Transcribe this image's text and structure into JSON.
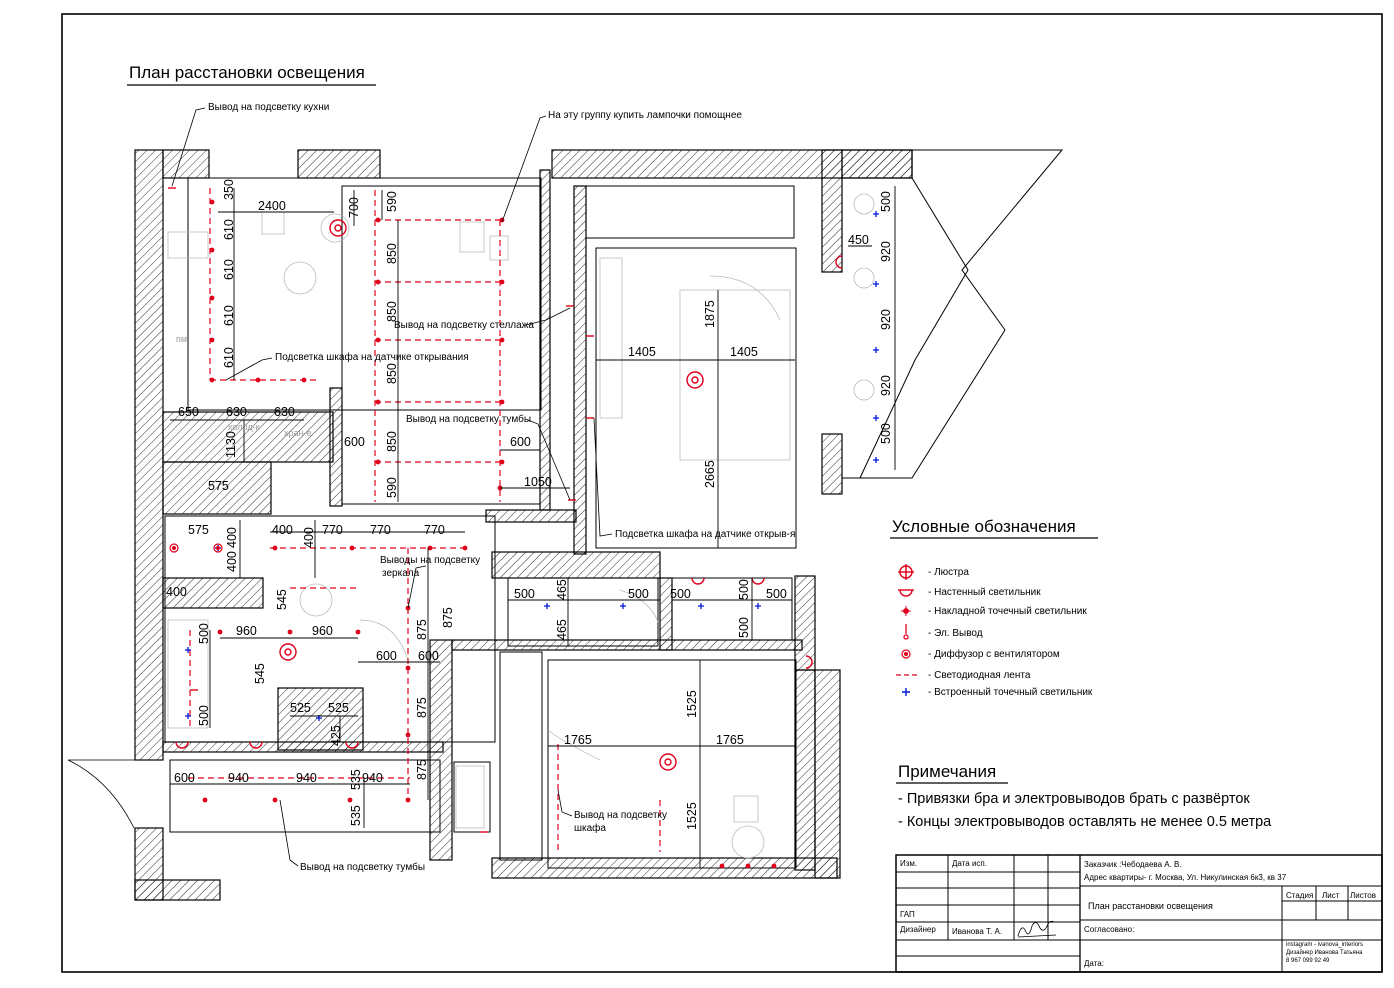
{
  "title": "План расстановки освещения",
  "callouts": {
    "kitchen": "Вывод на подсветку кухни",
    "bulbs": "На эту группу купить лампочки помощнее",
    "shelf": "Вывод на подсветку стеллажа",
    "wardrobe_sensor": "Подсветка шкафа на датчике открывания",
    "nightstand": "Вывод на подсветку тумбы",
    "wardrobe_sensor2": "Подсветка шкафа на датчике открыв-я",
    "mirror1": "Выводы на подсветку",
    "mirror2": "зеркала",
    "cabinet1": "Вывод на подсветку",
    "cabinet2": "шкафа",
    "nightstand2": "Вывод на подсветку тумбы"
  },
  "faint_labels": {
    "fridge": "холод-к",
    "storage": "хран-е",
    "pm": "пм"
  },
  "dimensions": {
    "d350": "350",
    "d2400": "2400",
    "d700": "700",
    "d590a": "590",
    "d610a": "610",
    "d610b": "610",
    "d610c": "610",
    "d610d": "610",
    "d850a": "850",
    "d850b": "850",
    "d850c": "850",
    "d850d": "850",
    "d590b": "590",
    "d650": "650",
    "d630a": "630",
    "d630b": "630",
    "d1130": "1130",
    "d600a": "600",
    "d600b": "600",
    "d1050": "1050",
    "d575a": "575",
    "d575b": "575",
    "d400a": "400",
    "d400b": "400",
    "d400c": "400",
    "d400d": "400",
    "d770a": "770",
    "d770b": "770",
    "d770c": "770",
    "d545a": "545",
    "d545b": "545",
    "d875a": "875",
    "d875b": "875",
    "d875c": "875",
    "d875d": "875",
    "d960a": "960",
    "d960b": "960",
    "d600c": "600",
    "d600d": "600",
    "d500a": "500",
    "d500b": "500",
    "d525a": "525",
    "d525b": "525",
    "d425": "425",
    "d600e": "600",
    "d940a": "940",
    "d940b": "940",
    "d940c": "940",
    "d535a": "535",
    "d535b": "535",
    "d1875": "1875",
    "d1405a": "1405",
    "d1405b": "1405",
    "d2665": "2665",
    "d500c": "500",
    "d465a": "465",
    "d465b": "465",
    "d500d": "500",
    "d500e": "500",
    "d500f": "500",
    "d500g": "500",
    "d500h": "500",
    "d1525a": "1525",
    "d1525b": "1525",
    "d1765a": "1765",
    "d1765b": "1765",
    "d450": "450",
    "d500i": "500",
    "d920a": "920",
    "d920b": "920",
    "d920c": "920",
    "d500j": "500"
  },
  "legend": {
    "title": "Условные обозначения",
    "items": [
      {
        "icon": "chandelier-icon",
        "label": "- Люстра"
      },
      {
        "icon": "wall-light-icon",
        "label": "- Настенный светильник"
      },
      {
        "icon": "surface-spot-icon",
        "label": "- Накладной точечный светильник"
      },
      {
        "icon": "outlet-icon",
        "label": "- Эл. Вывод"
      },
      {
        "icon": "fan-diffuser-icon",
        "label": "- Диффузор с вентилятором"
      },
      {
        "icon": "led-strip-icon",
        "label": "- Светодиодная лента"
      },
      {
        "icon": "recessed-spot-icon",
        "label": "- Встроенный точечный светильник"
      }
    ]
  },
  "notes": {
    "title": "Примечания",
    "lines": [
      "- Привязки бра и электровыводов брать с развёрток",
      "- Концы электровыводов оставлять не менее 0.5 метра"
    ]
  },
  "stamp": {
    "col_name": "Изм.",
    "col_date": "Дата исп.",
    "customer": "Заказчик :Чебодаева А. В.",
    "address": "Адрес квартиры- г. Москва, Ул. Никулинская 6к3, кв 37",
    "stage": "Стадия",
    "sheet": "Лист",
    "sheets": "Листов",
    "drawing": "План расстановки освещения",
    "gap": "ГАП",
    "designer_role": "Дизайнер",
    "designer_name": "Иванова Т. А.",
    "approved": "Согласовано:",
    "date": "Дата:",
    "contact1": "instagram - ivanova_interiors",
    "contact2": "Дизайнер Иванова Татьяна",
    "contact3": "8 967 099 92 49"
  },
  "colors": {
    "red": "#e0001a",
    "blue": "#0018d8",
    "ink": "#000000"
  }
}
